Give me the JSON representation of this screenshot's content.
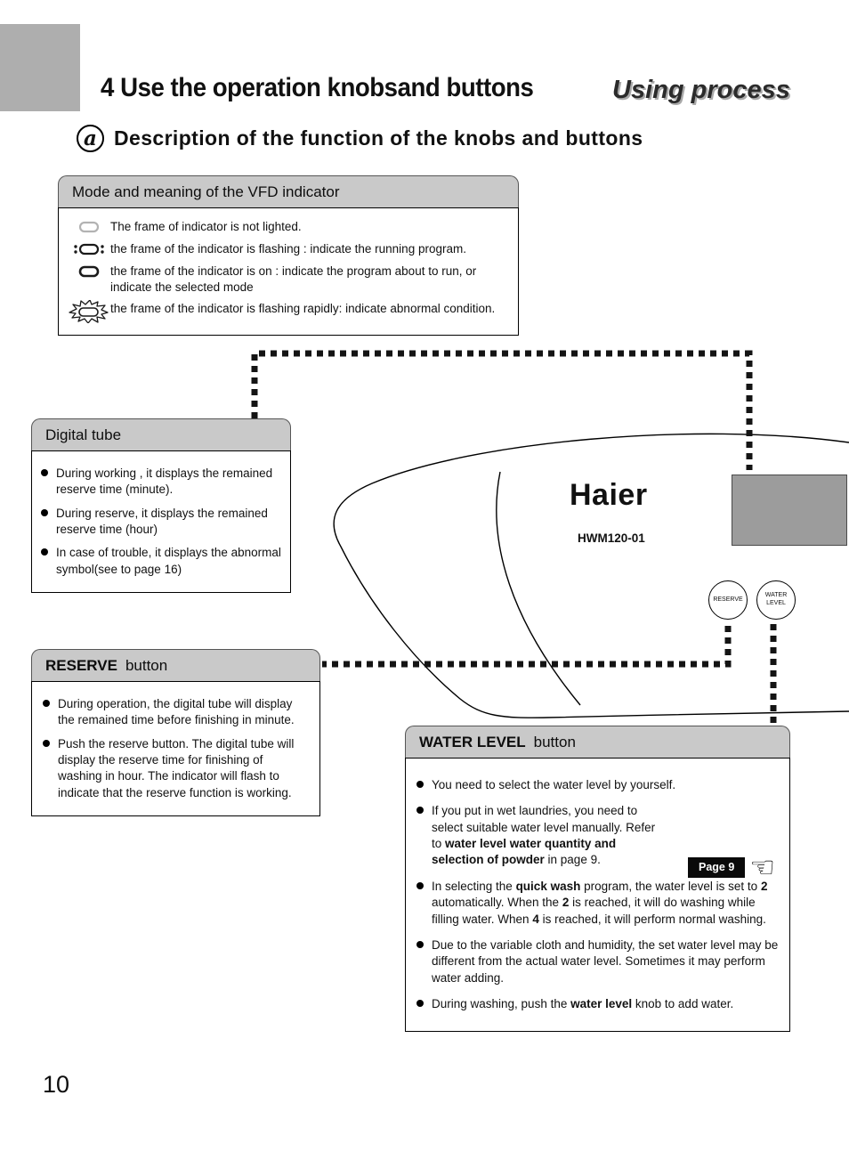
{
  "header": {
    "title": "4 Use the operation knobsand buttons",
    "process_label": "Using process",
    "section_letter": "a",
    "section_title": "Description of the function of the knobs and buttons"
  },
  "vfd_box": {
    "title": "Mode and meaning of the VFD indicator",
    "items": [
      {
        "icon": "indicator-off-icon",
        "text": "The frame of indicator is not lighted."
      },
      {
        "icon": "indicator-flashing-icon",
        "text": "the frame of the indicator is flashing : indicate the running program."
      },
      {
        "icon": "indicator-on-icon",
        "text": "the frame of the indicator is on : indicate the program about to run, or indicate the selected mode"
      },
      {
        "icon": "indicator-rapid-flash-icon",
        "text": "the frame of the indicator is flashing rapidly: indicate abnormal condition."
      }
    ]
  },
  "digital_tube_box": {
    "title": "Digital tube",
    "items": [
      "During working , it displays the remained reserve time (minute).",
      "During reserve, it displays the remained reserve time (hour)",
      "In case of trouble, it displays the abnormal symbol(see to page 16)"
    ]
  },
  "machine": {
    "brand": "Haier",
    "model": "HWM120-01",
    "reserve_knob_label": "RESERVE",
    "water_knob_label": "WATER\nLEVEL"
  },
  "reserve_box": {
    "title_bold": "RESERVE",
    "title_rest": "button",
    "items": [
      "During operation, the digital tube will display the remained time before finishing in minute.",
      "Push the  reserve button. The digital tube will display the reserve time for finishing of washing in hour. The indicator will flash to indicate that the reserve function is working."
    ]
  },
  "water_level_box": {
    "title_bold": "WATER LEVEL",
    "title_rest": "button",
    "items": [
      {
        "segments": [
          {
            "t": "You need to select the water level by yourself."
          }
        ]
      },
      {
        "segments": [
          {
            "t": "If you put in wet laundries, you need to select suitable water level manually. Refer to "
          },
          {
            "t": "water level water  quantity and selection of powder",
            "b": true
          },
          {
            "t": " in page 9."
          }
        ],
        "badge": "Page 9"
      },
      {
        "segments": [
          {
            "t": "In selecting the "
          },
          {
            "t": "quick wash",
            "b": true
          },
          {
            "t": " program, the water level is set to "
          },
          {
            "t": "2",
            "b": true
          },
          {
            "t": " automatically. When the "
          },
          {
            "t": "2",
            "b": true
          },
          {
            "t": " is reached, it will do washing while filling water. When "
          },
          {
            "t": "4",
            "b": true
          },
          {
            "t": " is reached, it will perform normal washing."
          }
        ]
      },
      {
        "segments": [
          {
            "t": "Due to the variable cloth and humidity, the set water level may be different from the actual water level. Sometimes it may perform  water adding."
          }
        ]
      },
      {
        "segments": [
          {
            "t": "During washing, push the "
          },
          {
            "t": "water level",
            "b": true
          },
          {
            "t": " knob to add water."
          }
        ]
      }
    ]
  },
  "footer": {
    "page_number": "10"
  }
}
